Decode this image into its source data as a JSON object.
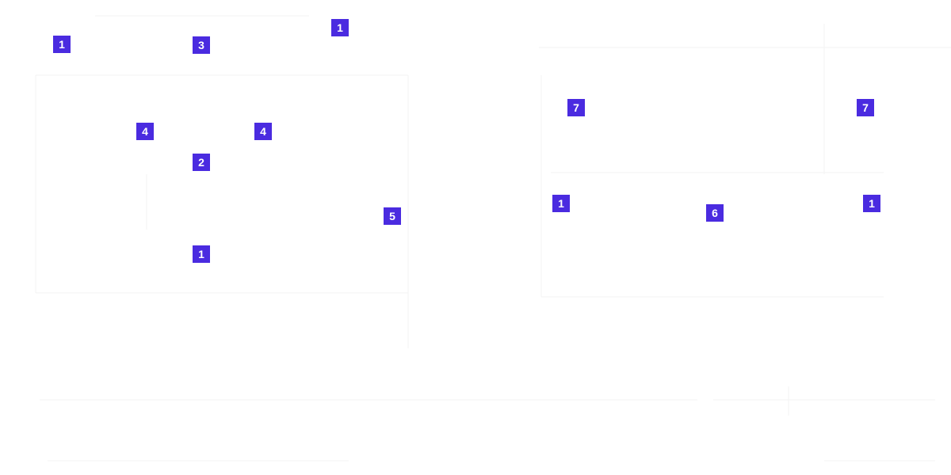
{
  "colors": {
    "marker_background": "#4a2be0",
    "marker_text": "#ffffff",
    "faint_lines": "#f3f3f3"
  },
  "markers": [
    {
      "label": "1"
    },
    {
      "label": "1"
    },
    {
      "label": "3"
    },
    {
      "label": "4"
    },
    {
      "label": "4"
    },
    {
      "label": "2"
    },
    {
      "label": "5"
    },
    {
      "label": "1"
    },
    {
      "label": "7"
    },
    {
      "label": "7"
    },
    {
      "label": "1"
    },
    {
      "label": "6"
    },
    {
      "label": "1"
    }
  ]
}
